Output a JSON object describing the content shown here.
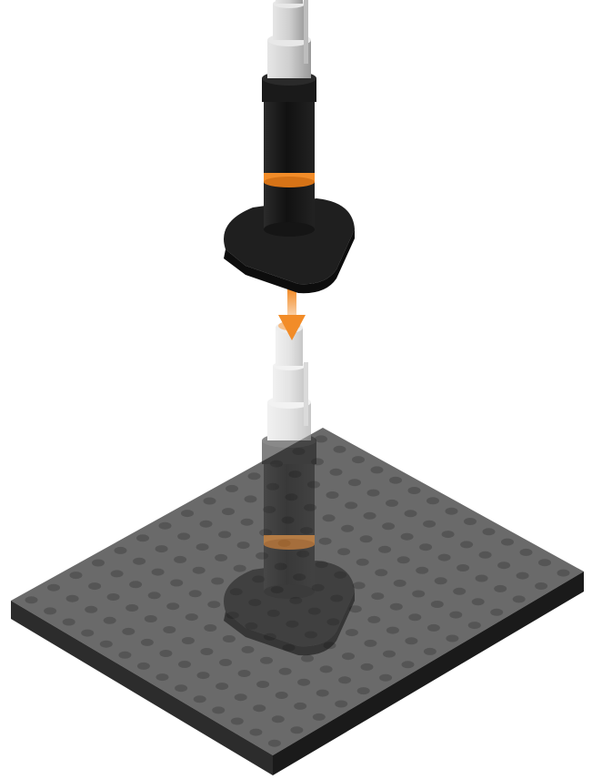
{
  "figure": {
    "description_visible_text": "",
    "components": [
      {
        "name": "clamp-tool-top",
        "role": "tool shown before insertion",
        "transparency": "opaque"
      },
      {
        "name": "insertion-arrow",
        "role": "downward arrow showing direction of insertion"
      },
      {
        "name": "clamp-tool-inserted",
        "role": "tool shown inserted into plate",
        "transparency": "semi-transparent"
      },
      {
        "name": "breadboard-plate",
        "role": "perforated mounting plate with hole grid"
      }
    ],
    "hole_grid": {
      "rows": 14,
      "cols": 14
    }
  },
  "colors": {
    "accent": "#f28c28",
    "tool_body": "#151515",
    "tool_base": "#262626",
    "tool_metal": "#cfcfcf",
    "plate_top": "#6a6a6a",
    "plate_side": "#3a3a3a",
    "plate_edge": "#1c1c1c",
    "hole": "#555555"
  }
}
